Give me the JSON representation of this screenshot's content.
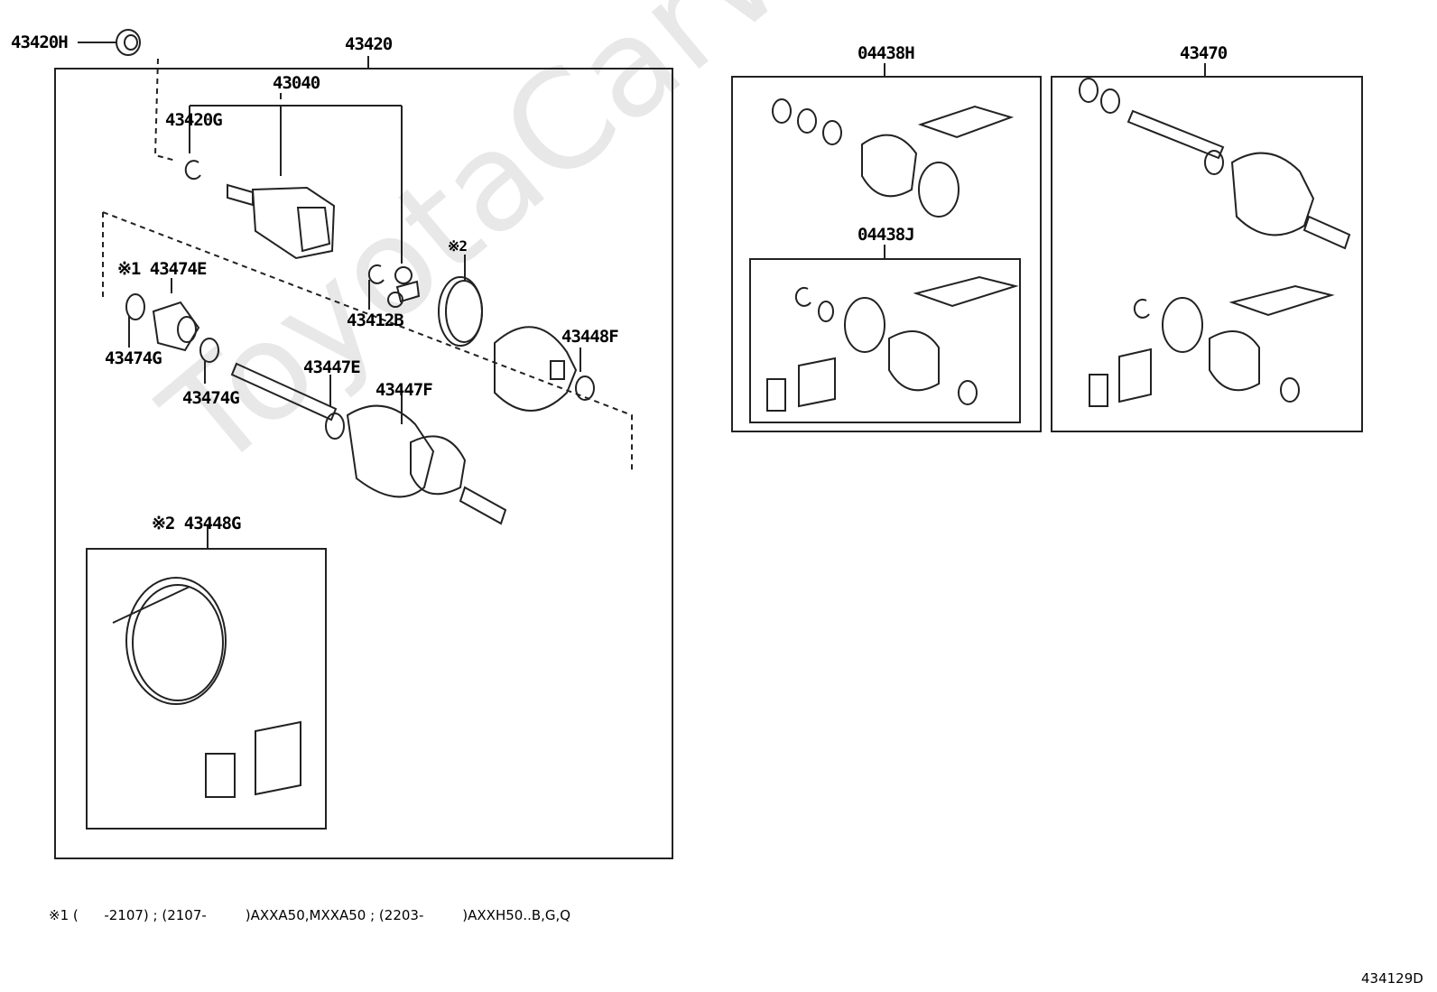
{
  "watermark": "ToyotaCarWire.ru",
  "labels": {
    "p43420H": "43420H",
    "p43420": "43420",
    "p43040": "43040",
    "p43420G": "43420G",
    "mark2_top": "※2",
    "p43474E": "※1 43474E",
    "p43412B": "43412B",
    "p43448F": "43448F",
    "p43474G_a": "43474G",
    "p43474G_b": "43474G",
    "p43447E": "43447E",
    "p43447F": "43447F",
    "p43448G": "※2 43448G",
    "p04438H": "04438H",
    "p04438J": "04438J",
    "p43470": "43470"
  },
  "footnote": "※1 (      -2107) ; (2107-         )AXXA50,MXXA50 ; (2203-         )AXXH50..B,G,Q",
  "diagram_code": "434129D"
}
